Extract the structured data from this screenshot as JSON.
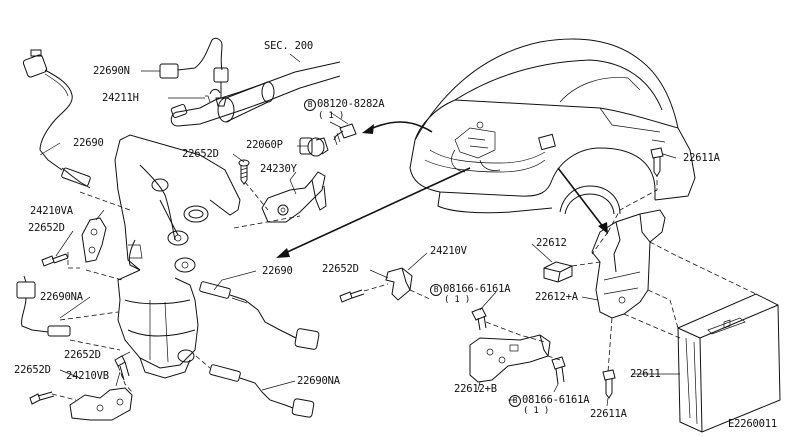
{
  "diagram_id": "E2260011",
  "section_ref": "SEC. 200",
  "labels": {
    "p22690N": "22690N",
    "p24211H": "24211H",
    "p08120": "08120-8282A",
    "p08120_qty": "( 1 )",
    "p22060P": "22060P",
    "p22652D_a": "22652D",
    "p24230Y": "24230Y",
    "p22690_a": "22690",
    "p24210VA": "24210VA",
    "p22652D_b": "22652D",
    "p22690NA_a": "22690NA",
    "p22690_b": "22690",
    "p22652D_c": "22652D",
    "p24210V": "24210V",
    "p08166_a": "08166-6161A",
    "p08166_a_qty": "( 1 )",
    "p22652D_d": "22652D",
    "p22652D_e": "22652D",
    "p24210VB": "24210VB",
    "p22690NA_b": "22690NA",
    "p22612": "22612",
    "p22612A": "22612+A",
    "p22612B": "22612+B",
    "p08166_b": "08166-6161A",
    "p08166_b_qty": "( 1 )",
    "p22611_top": "22611A",
    "p22611": "22611",
    "p22611_bottom": "22611A"
  },
  "bolt_marker": "B"
}
